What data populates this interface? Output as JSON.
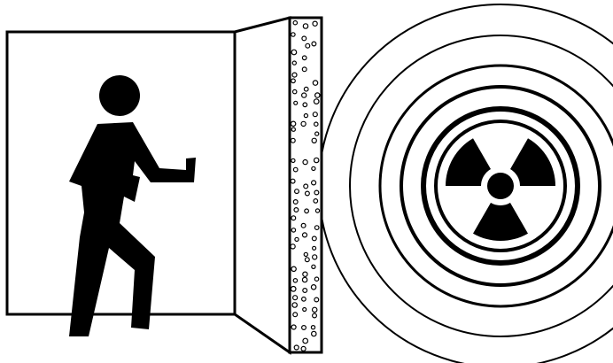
{
  "illustration": {
    "foreground_color": "#000000",
    "background_color": "#ffffff",
    "elements": [
      {
        "name": "room-wall",
        "description_icon": "room-icon"
      },
      {
        "name": "person-silhouette",
        "description_icon": "person-walking-icon"
      },
      {
        "name": "open-door",
        "description_icon": "door-icon"
      },
      {
        "name": "shielding-wall",
        "description_icon": "shield-wall-icon",
        "pattern": "dotted"
      },
      {
        "name": "radiation-waves",
        "description_icon": "wave-rings-icon"
      },
      {
        "name": "radiation-trefoil",
        "description_icon": "radiation-icon"
      }
    ]
  }
}
